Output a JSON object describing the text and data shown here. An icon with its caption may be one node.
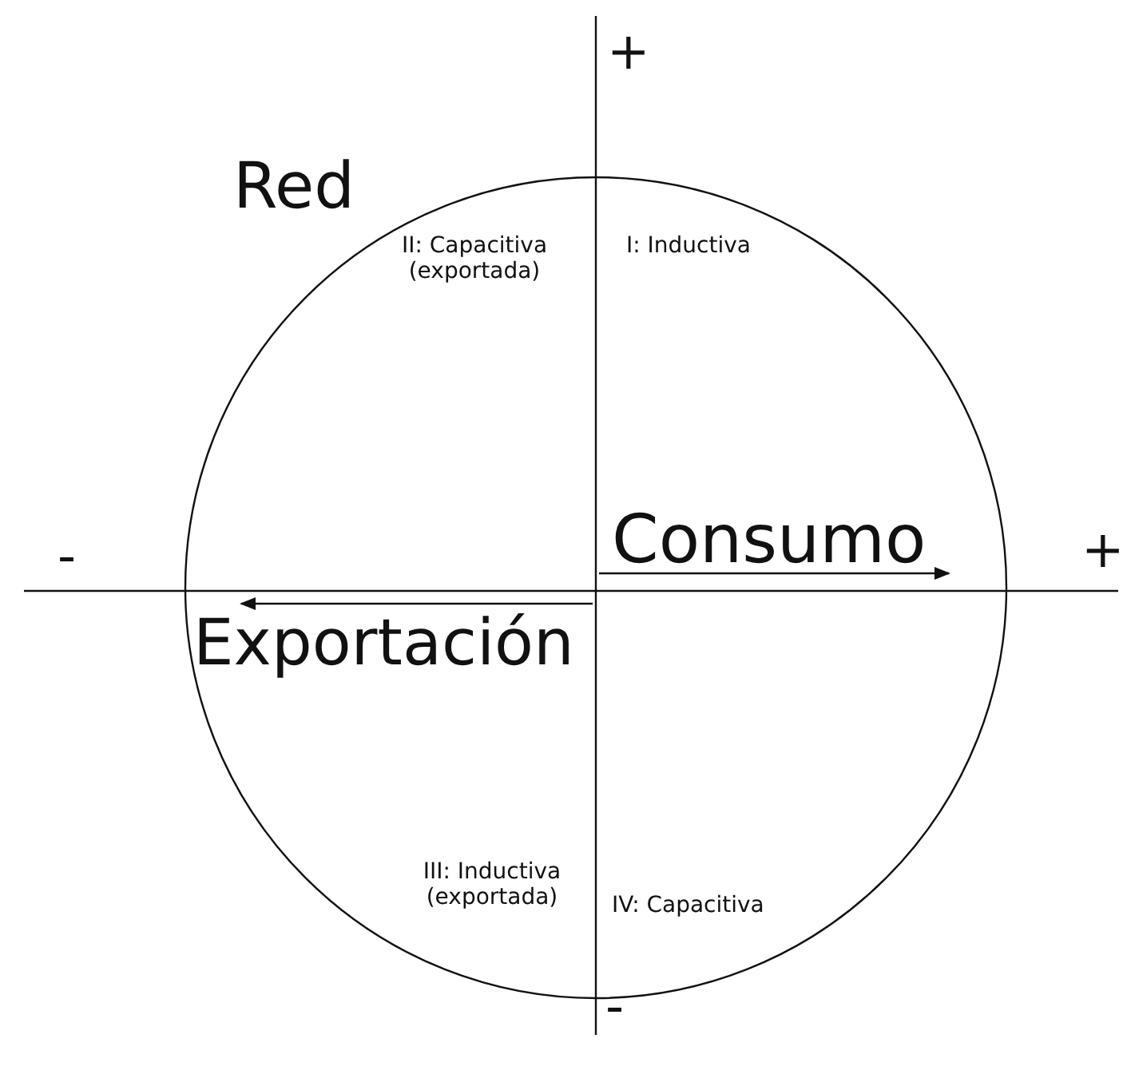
{
  "diagram": {
    "labels": [
      "+",
      "Red",
      "II: Capacitiva (exportada)",
      "I: Inductiva",
      "-",
      "Consumo",
      "+",
      "Exportación",
      "III: Inductiva (exportada)",
      "IV: Capacitiva",
      "-"
    ]
  }
}
